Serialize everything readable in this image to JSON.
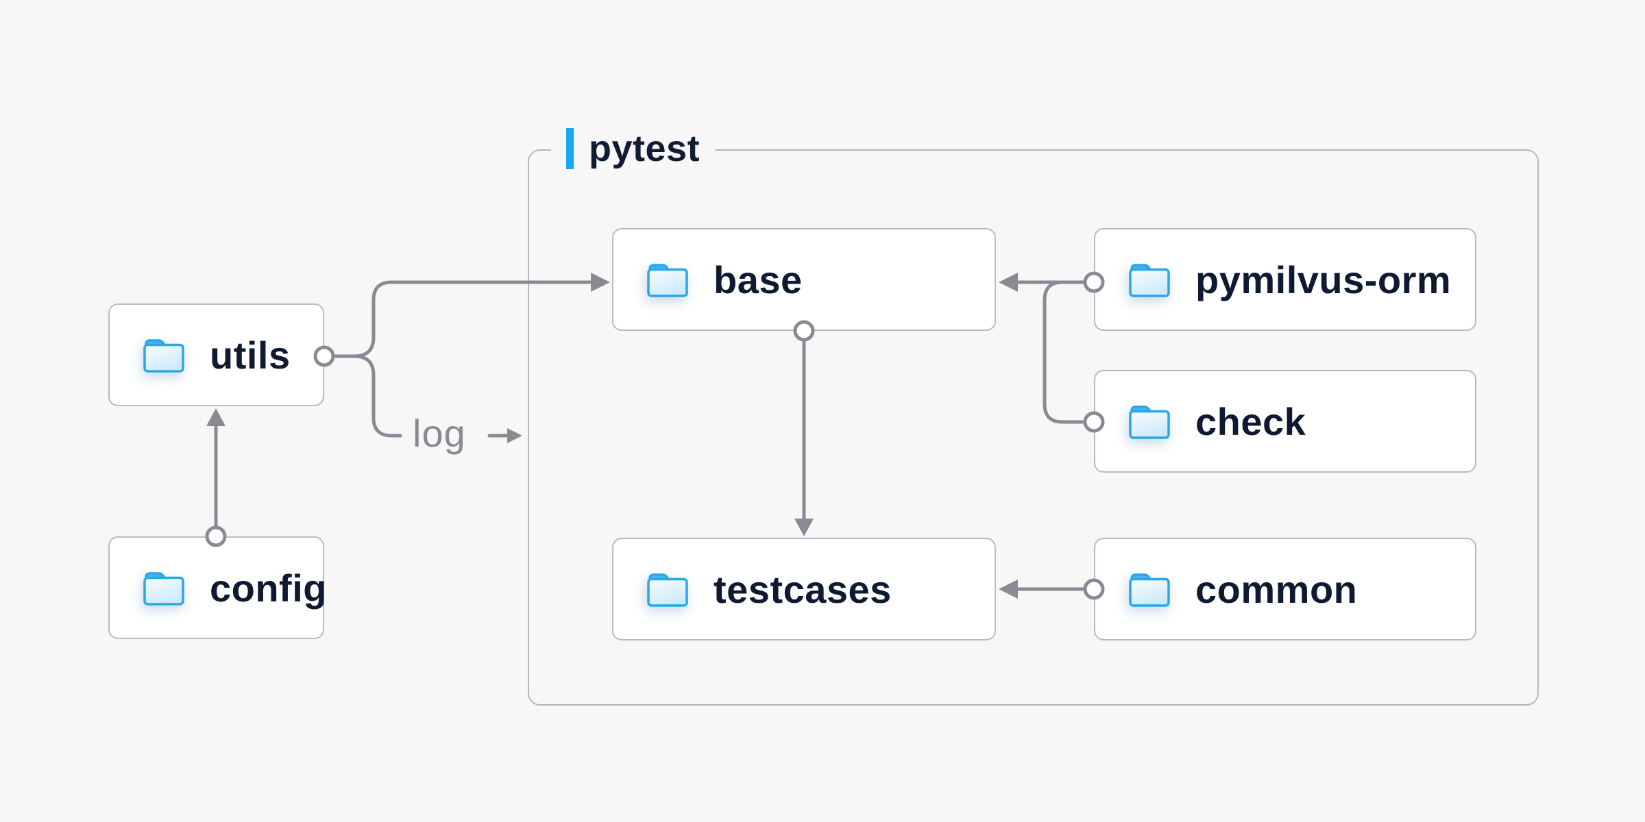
{
  "container": {
    "label": "pytest"
  },
  "nodes": {
    "utils": {
      "label": "utils"
    },
    "config": {
      "label": "config"
    },
    "base": {
      "label": "base"
    },
    "pymilvus_orm": {
      "label": "pymilvus-orm"
    },
    "check": {
      "label": "check"
    },
    "testcases": {
      "label": "testcases"
    },
    "common": {
      "label": "common"
    }
  },
  "labels": {
    "log": "log"
  },
  "edges": [
    {
      "from": "config",
      "to": "utils"
    },
    {
      "from": "utils",
      "to": "base"
    },
    {
      "from": "utils",
      "to": "log"
    },
    {
      "from": "pymilvus-orm",
      "to": "base"
    },
    {
      "from": "check",
      "to": "base"
    },
    {
      "from": "base",
      "to": "testcases"
    },
    {
      "from": "common",
      "to": "testcases"
    }
  ],
  "colors": {
    "background": "#f7f7f8",
    "node_fill": "#ffffff",
    "node_border": "#b9b9c4",
    "group_border": "#b5b5c1",
    "connector": "#8a8a95",
    "text_navy": "#0e1a31",
    "accent_blue": "#18a8f1",
    "folder_blue": "#29a7e8"
  }
}
